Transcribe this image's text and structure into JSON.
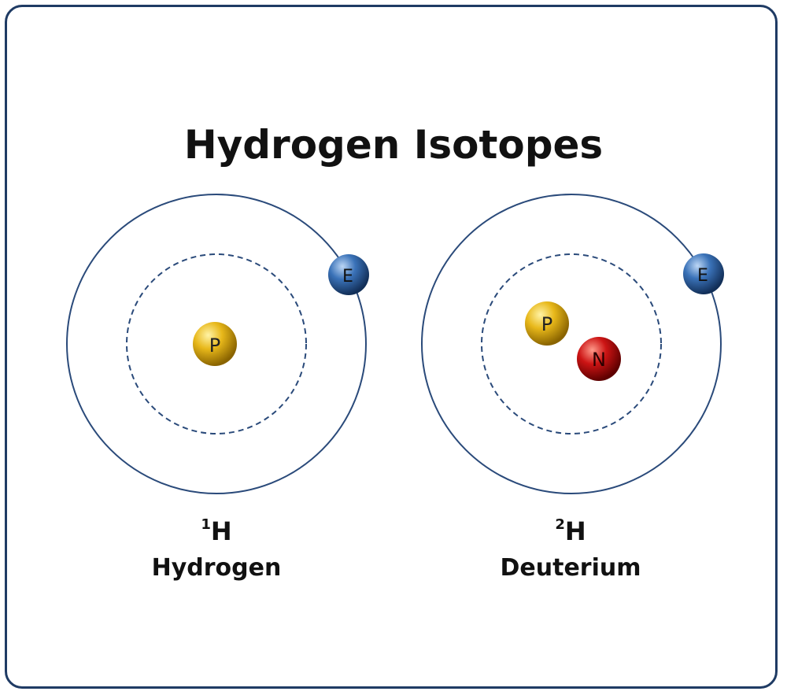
{
  "title": "Hydrogen Isotopes",
  "atoms": [
    {
      "mass_number": "1",
      "symbol": "H",
      "name": "Hydrogen",
      "particles": {
        "proton": "P",
        "electron": "E"
      }
    },
    {
      "mass_number": "2",
      "symbol": "H",
      "name": "Deuterium",
      "particles": {
        "proton": "P",
        "neutron": "N",
        "electron": "E"
      }
    }
  ],
  "colors": {
    "frame": "#1f3b64",
    "orbit": "#2a4a7a",
    "proton": "#e3b416",
    "neutron": "#c81414",
    "electron": "#3a72b8"
  }
}
